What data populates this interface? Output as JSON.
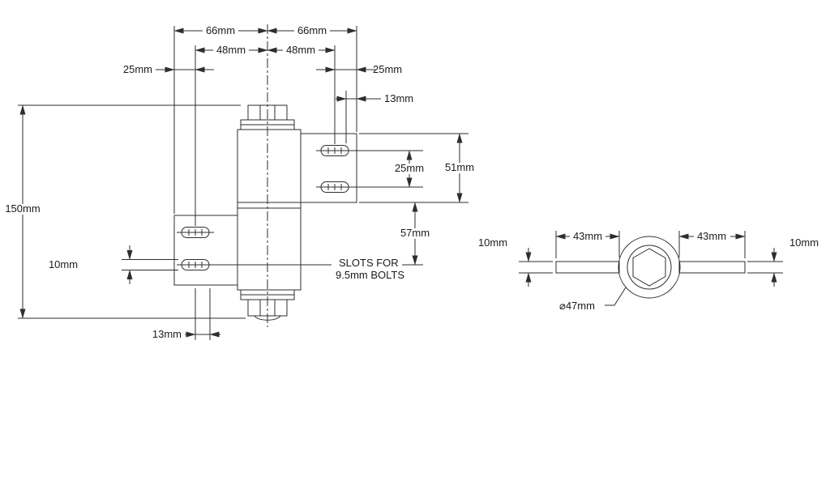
{
  "front_view": {
    "d66_left": "66mm",
    "d66_right": "66mm",
    "d48_left": "48mm",
    "d48_right": "48mm",
    "d25_left": "25mm",
    "d25_right": "25mm",
    "d13_top": "13mm",
    "d25_slots": "25mm",
    "d51": "51mm",
    "d57": "57mm",
    "d150": "150mm",
    "d10_slot": "10mm",
    "d13_bottom": "13mm",
    "note1": "SLOTS FOR",
    "note2": "9.5mm BOLTS"
  },
  "top_view": {
    "d10_left": "10mm",
    "d43_left": "43mm",
    "d43_right": "43mm",
    "d10_right": "10mm",
    "d47": "⌀47mm"
  }
}
